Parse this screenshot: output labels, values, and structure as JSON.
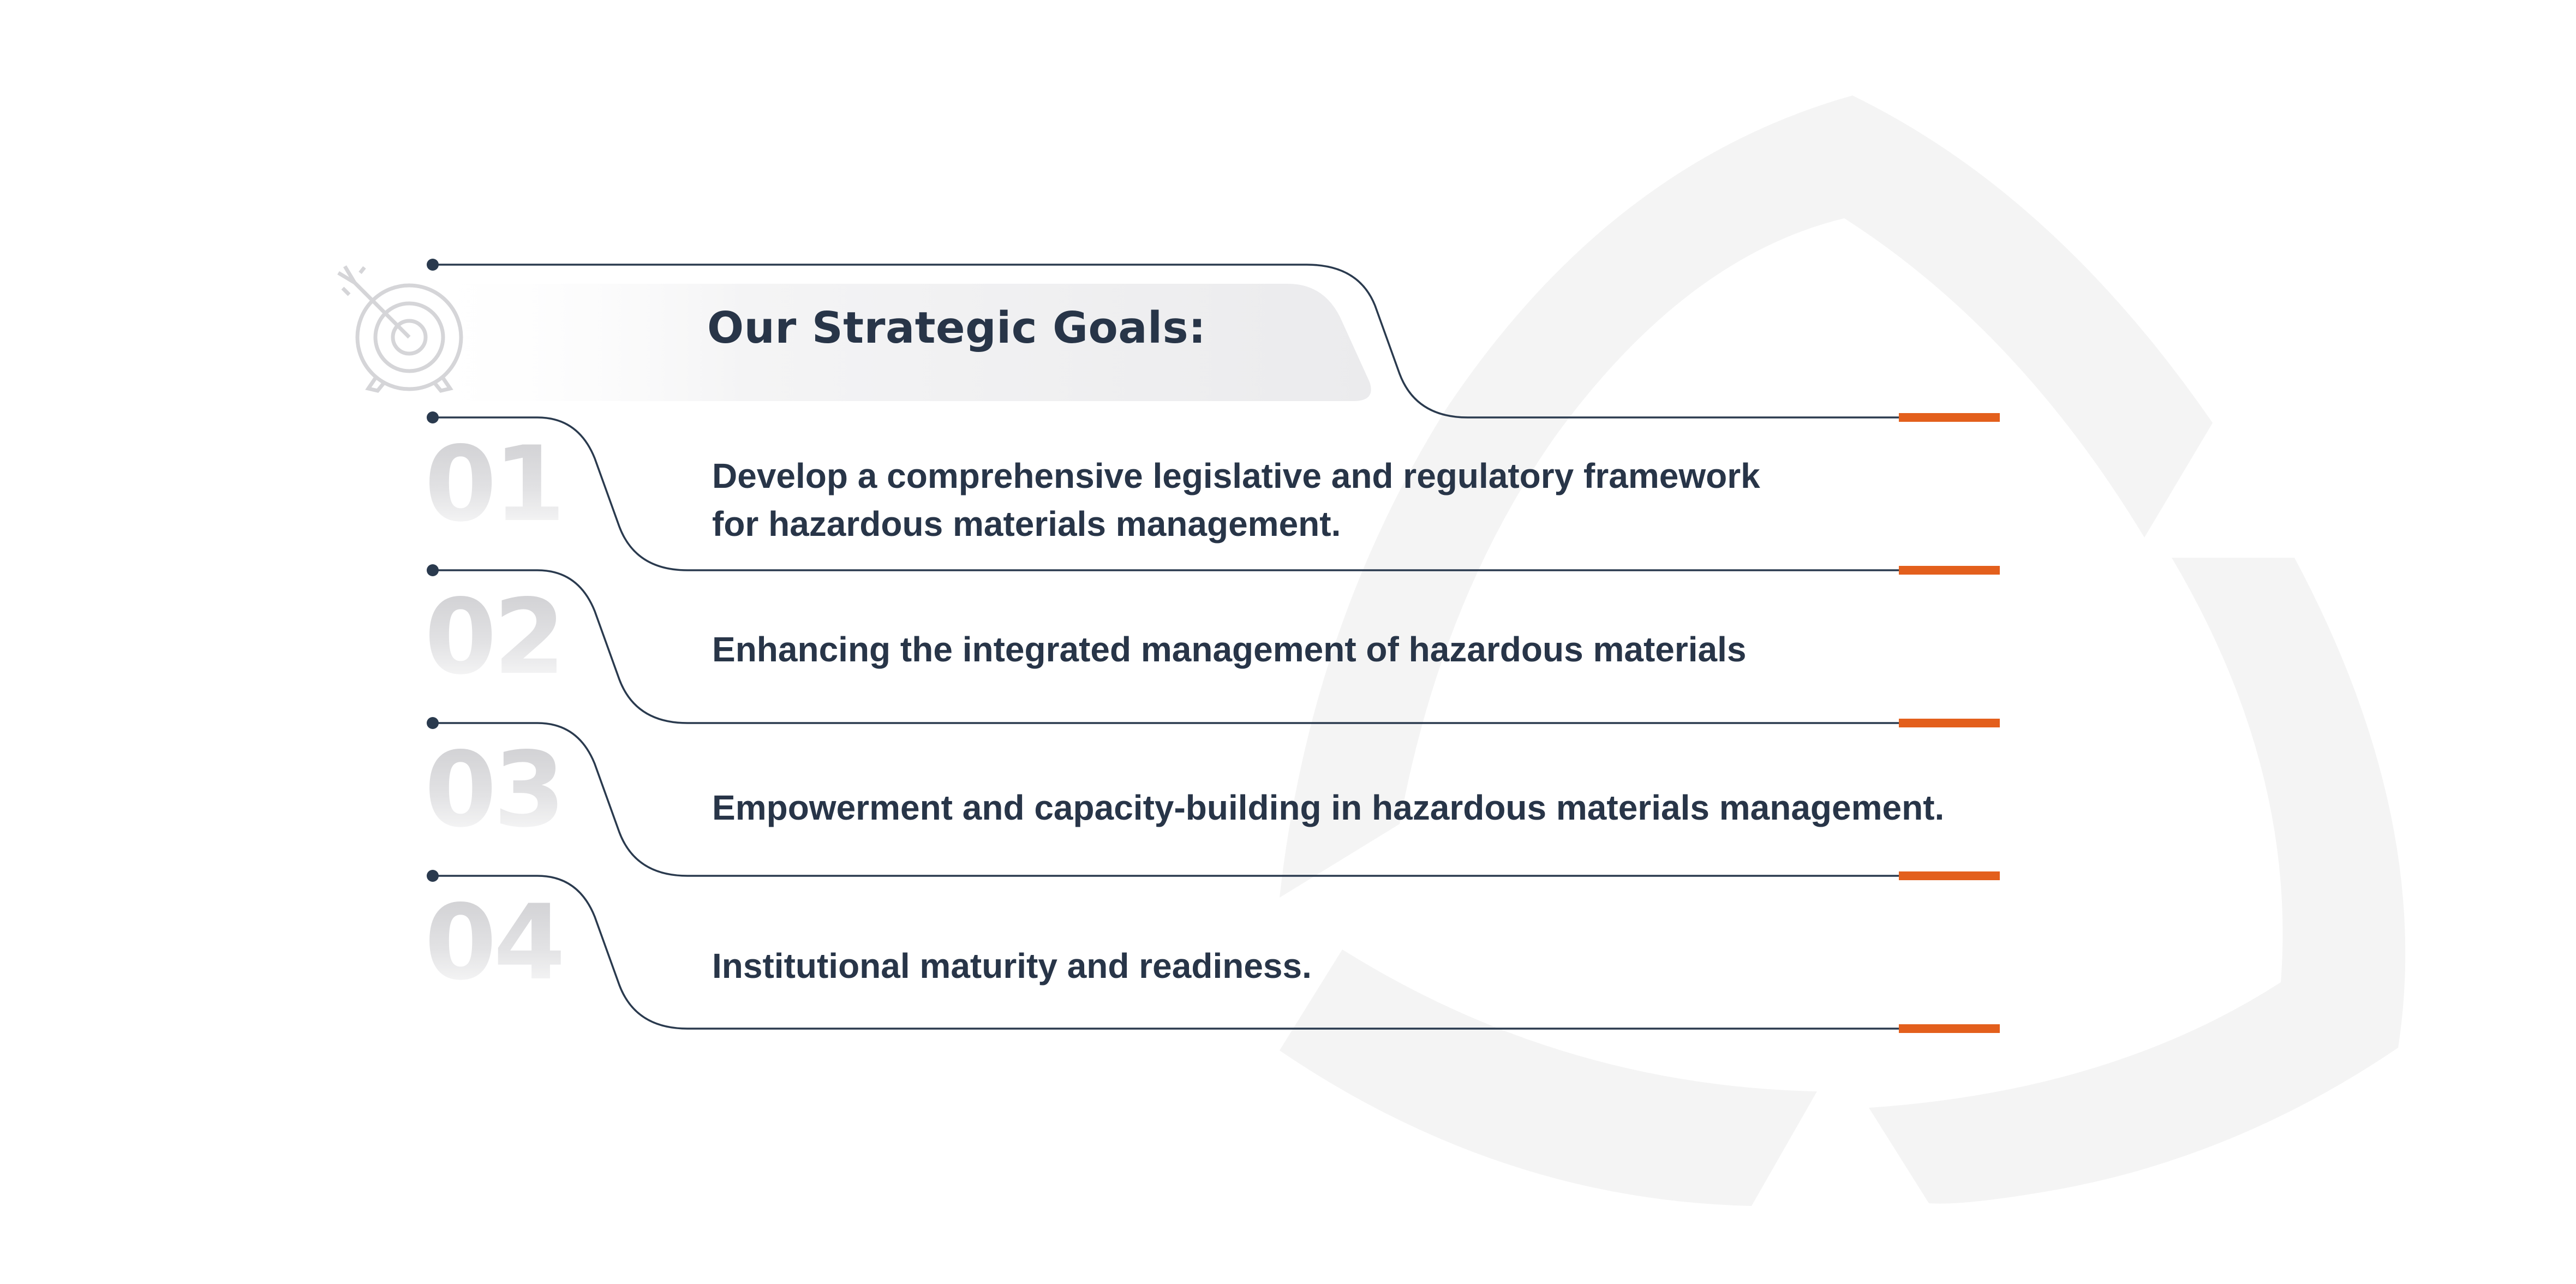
{
  "title": "Our Strategic Goals:",
  "goals": [
    {
      "number": "01",
      "lines": [
        "Develop a comprehensive legislative and regulatory framework",
        "for hazardous materials management."
      ]
    },
    {
      "number": "02",
      "lines": [
        "Enhancing the integrated management of hazardous materials"
      ]
    },
    {
      "number": "03",
      "lines": [
        "Empowerment and capacity-building in hazardous materials management."
      ]
    },
    {
      "number": "04",
      "lines": [
        "Institutional maturity and readiness."
      ]
    }
  ],
  "icons": {
    "header": "target-icon",
    "background": "triangular-arrows-logo"
  },
  "colors": {
    "text": "#283548",
    "accent": "#e35f1c",
    "line": "#2a3a4e",
    "number": "#d9d9db",
    "banner": "#ececee",
    "watermark": "#f3f3f3"
  }
}
